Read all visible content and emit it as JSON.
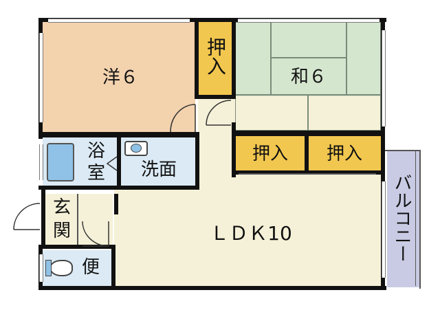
{
  "rooms": {
    "western": "洋６",
    "japanese": "和６",
    "closet_top": "押入",
    "closet_mid": "押入",
    "closet_right": "押入",
    "bath_line1": "浴",
    "bath_line2": "室",
    "washroom": "洗面",
    "entrance_line1": "玄",
    "entrance_line2": "関",
    "toilet": "便",
    "ldk": "ＬＤＫ10",
    "balcony": "バルコニー"
  },
  "colors": {
    "western_floor": "#f3d2ae",
    "japanese_floor": "#d5e6cf",
    "ldk_floor": "#f5f1d8",
    "closet": "#f2c74f",
    "wet_area": "#dbeaf4",
    "bathtub": "#8fc2e6",
    "balcony": "#c9cbe4",
    "wall": "#111111"
  }
}
